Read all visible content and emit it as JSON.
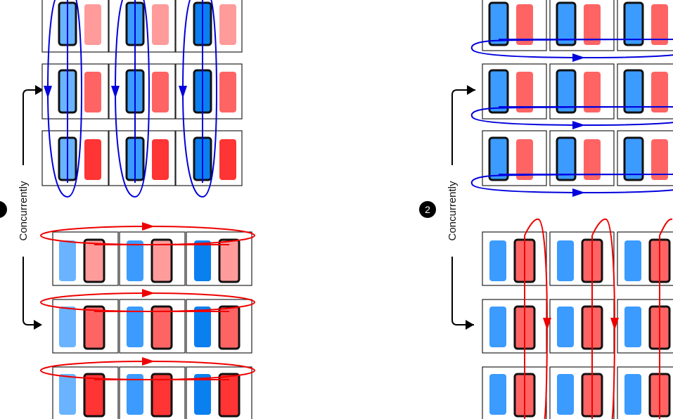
{
  "panels": [
    {
      "id": "left",
      "badge": "",
      "side_label": "Concurrently"
    },
    {
      "id": "right",
      "badge": "2",
      "side_label": "Concurrently"
    }
  ],
  "colors": {
    "blue_scale": [
      "#6ab4ff",
      "#3b9bff",
      "#0a7fef"
    ],
    "red_scale": [
      "#ff9b9b",
      "#ff6464",
      "#ff3434"
    ],
    "blue_ring": "#0000dd",
    "red_ring": "#ee0000",
    "arrow": "#000000"
  }
}
